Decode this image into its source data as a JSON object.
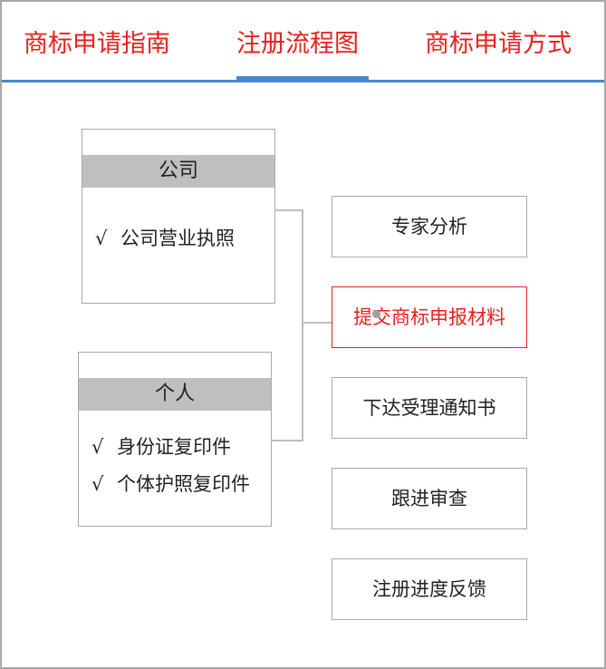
{
  "tabs": [
    {
      "label": "商标申请指南",
      "active": false
    },
    {
      "label": "注册流程图",
      "active": true
    },
    {
      "label": "商标申请方式",
      "active": false
    }
  ],
  "colors": {
    "accent_red": "#e8211d",
    "tab_underline_blue": "#4a89c8",
    "header_gray": "#bfbfbf",
    "border_gray": "#a8a8a8",
    "connector_gray": "#bdbdbd"
  },
  "applicants": {
    "company": {
      "title": "公司",
      "items": [
        {
          "check": "√",
          "label": "公司营业执照"
        }
      ]
    },
    "person": {
      "title": "个人",
      "items": [
        {
          "check": "√",
          "label": "身份证复印件"
        },
        {
          "check": "√",
          "label": "个体护照复印件"
        }
      ]
    }
  },
  "steps": [
    {
      "label": "专家分析",
      "active": false
    },
    {
      "label": "提交商标申报材料",
      "active": true
    },
    {
      "label": "下达受理通知书",
      "active": false
    },
    {
      "label": "跟进审查",
      "active": false
    },
    {
      "label": "注册进度反馈",
      "active": false
    }
  ]
}
